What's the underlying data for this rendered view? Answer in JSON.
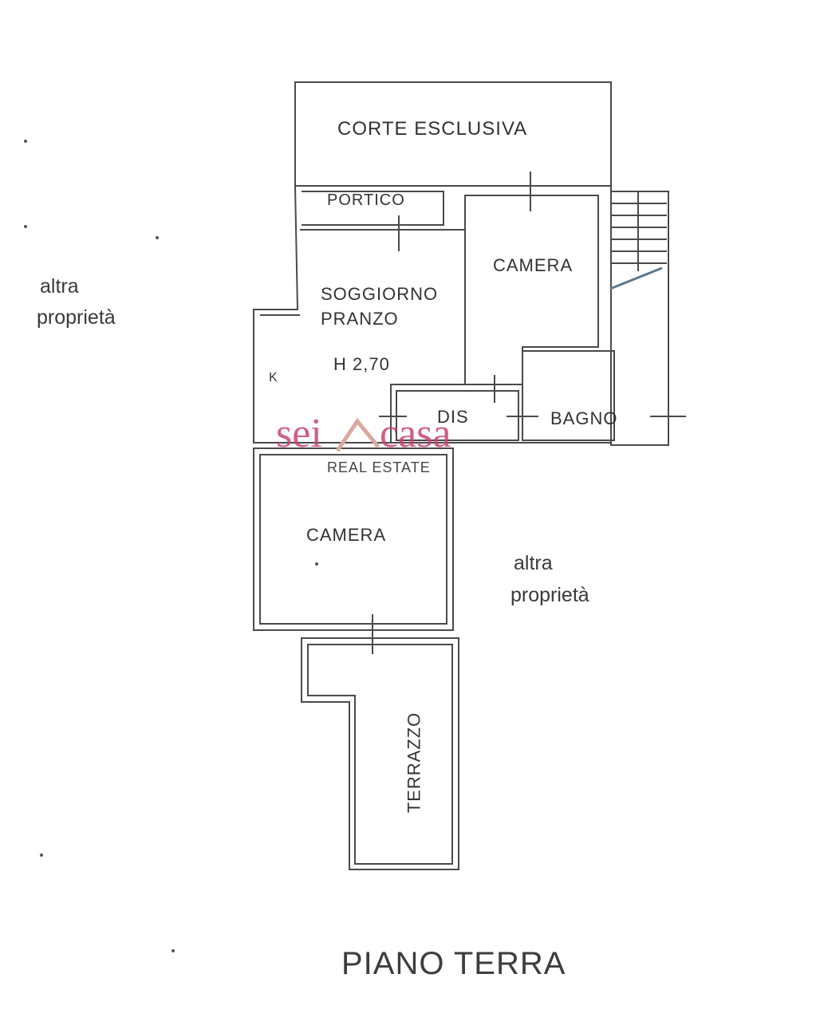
{
  "plan": {
    "title": "PIANO TERRA",
    "rooms": {
      "corte": "CORTE ESCLUSIVA",
      "portico": "PORTICO",
      "camera_top": "CAMERA",
      "soggiorno_line1": "SOGGIORNO",
      "soggiorno_line2": "PRANZO",
      "height": "H 2,70",
      "kitchen_mark": "K",
      "dis": "DIS",
      "bagno": "BAGNO",
      "camera_bottom": "CAMERA",
      "terrazzo": "TERRAZZO"
    },
    "neighbors": {
      "left_line1": "altra",
      "left_line2": "proprietà",
      "right_line1": "altra",
      "right_line2": "proprietà"
    }
  },
  "watermark": {
    "brand_part1": "sei",
    "brand_part2": "casa",
    "subtitle": "REAL ESTATE",
    "brand_color": "#c9436f",
    "roof_color": "#d9a9a0"
  }
}
